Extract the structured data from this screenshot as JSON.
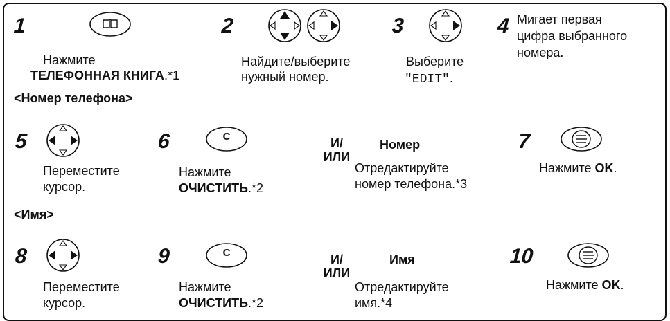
{
  "steps": {
    "s1": {
      "num": "1",
      "line1": "Нажмите",
      "key": "ТЕЛЕФОННАЯ КНИГА",
      "note": ".*1"
    },
    "s2": {
      "num": "2",
      "line1": "Найдите/выберите",
      "line2": "нужный номер."
    },
    "s3": {
      "num": "3",
      "line1": "Выберите",
      "mono": "\"EDIT\"",
      "dot": "."
    },
    "s4": {
      "num": "4",
      "line1": "Мигает первая",
      "line2": "цифра выбранного",
      "line3": "номера."
    },
    "s5": {
      "num": "5",
      "line1": "Переместите",
      "line2": "курсор."
    },
    "s6": {
      "num": "6",
      "line1": "Нажмите",
      "key": "ОЧИСТИТЬ",
      "note": ".*2"
    },
    "or1": {
      "line1": "И/",
      "line2": "ИЛИ"
    },
    "field1": {
      "title": "Номер",
      "line1": "Отредактируйте",
      "line2": "номер телефона.*3"
    },
    "s7": {
      "num": "7",
      "prefix": "Нажмите ",
      "key": "OK",
      "dot": "."
    },
    "s8": {
      "num": "8",
      "line1": "Переместите",
      "line2": "курсор."
    },
    "s9": {
      "num": "9",
      "line1": "Нажмите",
      "key": "ОЧИСТИТЬ",
      "note": ".*2"
    },
    "or2": {
      "line1": "И/",
      "line2": "ИЛИ"
    },
    "field2": {
      "title": "Имя",
      "line1": "Отредактируйте",
      "line2": "имя.*4"
    },
    "s10": {
      "num": "10",
      "prefix": "Нажмите ",
      "key": "OK",
      "dot": "."
    }
  },
  "sections": {
    "phone": "<Номер телефона>",
    "name": "<Имя>"
  },
  "keys": {
    "clear_letter": "C"
  },
  "icons": [
    "phonebook-key-icon",
    "navigator-up-down-icon",
    "navigator-right-icon",
    "navigator-left-right-icon",
    "clear-key-icon",
    "ok-menu-key-icon"
  ]
}
